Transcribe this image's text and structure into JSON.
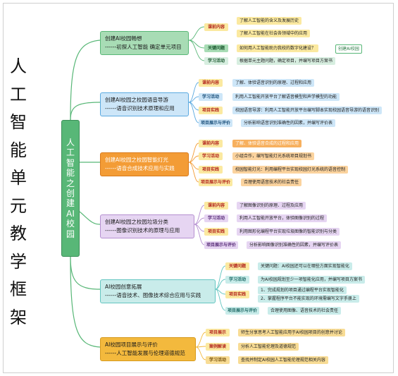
{
  "title_chars": [
    "人",
    "工",
    "智",
    "能",
    "单",
    "元",
    "教",
    "学",
    "框",
    "架"
  ],
  "center_chars": [
    "人",
    "工",
    "智",
    "能",
    "之",
    "创",
    "建",
    "AI",
    "校",
    "园"
  ],
  "colors": {
    "green": "#58b777",
    "blue": "#5aa9e0",
    "orange": "#f39c36",
    "purple": "#b58fd0",
    "teal": "#63c6c1",
    "gold": "#f3b93d"
  },
  "branches": [
    {
      "title": "创建AI校园畅想",
      "subtitle": "------初探人工智能 确定单元项目",
      "items": [
        {
          "label": "课前内容",
          "leaf": "了解人工智能的含义及发展历史"
        },
        {
          "label": "",
          "leaf": "了解人工智能在社会各领域中的应用"
        },
        {
          "label": "关键问题",
          "leaf": "如何用人工智能助力我校的数字化建设？",
          "chip": "创建AI校园"
        },
        {
          "label": "学习活动",
          "leaf": "根据单元主题问题，确定项目，并编写项目方案书"
        }
      ]
    },
    {
      "title": "创建AI校园之校园语音导游",
      "subtitle": "------语音识别技术原理和应用",
      "items": [
        {
          "label": "课前内容",
          "leaf": "了解、体验语音识别的原理、过程和应用"
        },
        {
          "label": "学习活动",
          "leaf": "利用人工智能开放平台了解语音模型和声学模型的功能"
        },
        {
          "label": "项目实践",
          "leaf": "校园语音导游：利用人工智能开放平台编写脚本实现校园语音导游的语音识别"
        },
        {
          "label": "项目展示与评价",
          "leaf": "分析影响语音识别准确性的因素，并编写评价表"
        }
      ]
    },
    {
      "title": "创建AI校园之校园智能灯光",
      "subtitle": "------语音合成技术应用与实践",
      "items": [
        {
          "label": "课前内容",
          "leaf": "了解、体验语音合成的过程和应用"
        },
        {
          "label": "学习活动",
          "leaf": "小组合作，编写智能灯光系统项目规划书"
        },
        {
          "label": "项目实践",
          "leaf": "校园智能灯光：利用编程平台实现校园灯光系统的语音控制"
        },
        {
          "label": "项目展示与评价",
          "leaf": "合理使用语音技术的社会责任"
        }
      ]
    },
    {
      "title": "创建AI校园之校园垃圾分类",
      "subtitle": "------图像识别技术的原理与应用",
      "items": [
        {
          "label": "课前内容",
          "leaf": "了解图像识别的原理、过程及应用"
        },
        {
          "label": "学习活动",
          "leaf": "利用人工智能开放平台，体验图像识别的过程"
        },
        {
          "label": "项目实践",
          "leaf": "利用图形化编程平台实现垃圾图像的智能识别与分类"
        },
        {
          "label": "项目展示与评价",
          "leaf": "分析影响图像识别准确性的因素，并编写评价表"
        }
      ]
    },
    {
      "title": "AI校园创意拓展",
      "subtitle": "------语音技术、图像技术综合应用与实践",
      "items": [
        {
          "label": "关键问题",
          "leaf": "关键问题：AI校园还可以在哪些方面实现智能化"
        },
        {
          "label": "学习活动",
          "leaf": "为AI校园规划至少一项智能化应用，并编写项目方案书"
        },
        {
          "label": "项目实践",
          "leaf": "1、完成规划的项目通过编程平台实现智能化",
          "leaf2": "2、掌握程序平台不能实现的环境需编写文字手册上"
        },
        {
          "label": "项目展示与评价",
          "leaf": "合理使用图像、语音技术的社会责任"
        }
      ]
    },
    {
      "title": "AI校园项目展示与评价",
      "subtitle": "------人工智能发展与伦理道德规范",
      "items": [
        {
          "label": "项目展示",
          "leaf": "师生分享思考人工智能应用于AI校园项目的创意并讨论"
        },
        {
          "label": "案例解读",
          "leaf": "分析人工智能伦理及道德规范"
        },
        {
          "label": "学习活动",
          "leaf": "查找并制定AI校园人工智能伦理规范相关内容"
        }
      ]
    }
  ]
}
